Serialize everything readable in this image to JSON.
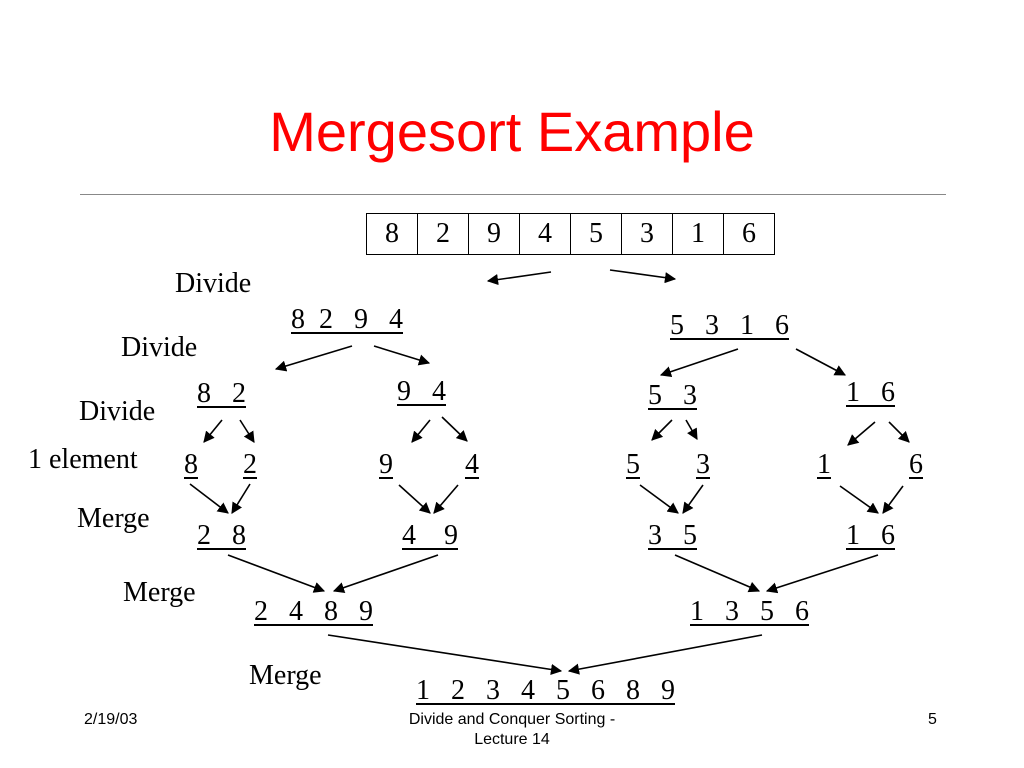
{
  "slide": {
    "title": "Mergesort Example",
    "title_color": "#ff0000",
    "array": [
      "8",
      "2",
      "9",
      "4",
      "5",
      "3",
      "1",
      "6"
    ],
    "step_labels": {
      "divide_1": "Divide",
      "divide_2": "Divide",
      "divide_3": "Divide",
      "one_element": "1 element",
      "merge_1": "Merge",
      "merge_2": "Merge",
      "merge_3": "Merge"
    },
    "nodes": {
      "l1_left": "8  2   9   4",
      "l1_right": "5   3   1   6",
      "l2_a": "8   2",
      "l2_b": "9   4",
      "l2_c": "5   3",
      "l2_d": "1   6",
      "leaves": [
        "8",
        "2",
        "9",
        "4",
        "5",
        "3",
        "1",
        "6"
      ],
      "m1_a": "2   8",
      "m1_b": "4    9",
      "m1_c": "3   5",
      "m1_d": "1   6",
      "m2_left": "2   4   8   9",
      "m2_right": "1   3   5   6",
      "final": "1   2   3   4   5   6   8   9"
    },
    "footer": {
      "date": "2/19/03",
      "center_line1": "Divide and Conquer Sorting -",
      "center_line2": "Lecture 14",
      "page": "5"
    }
  }
}
